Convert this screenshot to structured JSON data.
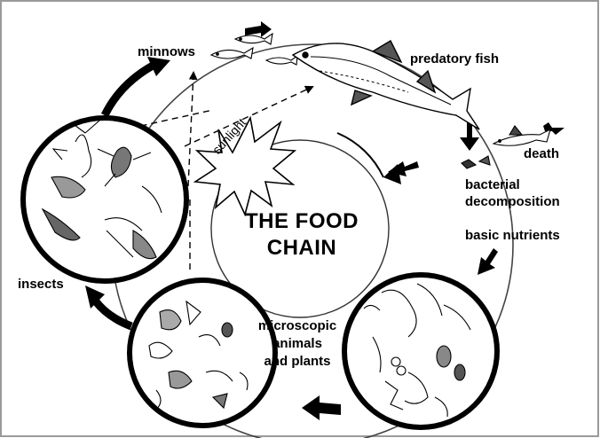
{
  "diagram": {
    "title_line1": "THE FOOD",
    "title_line2": "CHAIN",
    "sunlight": "sunlight",
    "labels": {
      "minnows": "minnows",
      "predatory_fish": "predatory fish",
      "death": "death",
      "bacterial": "bacterial",
      "decomposition": "decomposition",
      "basic_nutrients": "basic nutrients",
      "micro_line1": "microscopic",
      "micro_line2": "animals",
      "micro_line3": "and plants",
      "insects": "insects"
    },
    "colors": {
      "ink": "#000000",
      "paper": "#ffffff",
      "frame": "#9a9a9a"
    }
  }
}
